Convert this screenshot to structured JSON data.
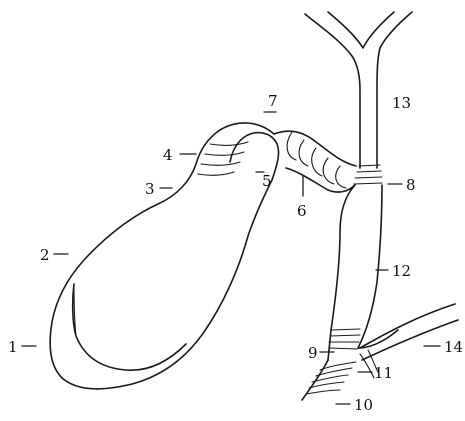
{
  "labels": {
    "l1": "1",
    "l2": "2",
    "l3": "3",
    "l4": "4",
    "l5": "5",
    "l6": "6",
    "l7": "7",
    "l8": "8",
    "l9": "9",
    "l10": "10",
    "l11": "11",
    "l12": "12",
    "l13": "13",
    "l14": "14"
  }
}
